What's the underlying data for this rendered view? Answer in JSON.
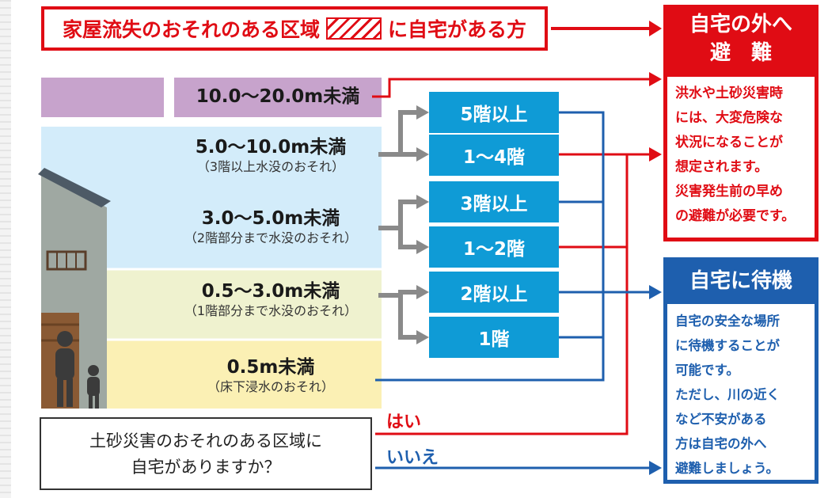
{
  "title": {
    "before": "家屋流失のおそれのある区域",
    "after": "に自宅がある方"
  },
  "bands": [
    {
      "main": "10.0〜20.0m未満",
      "sub": ""
    },
    {
      "main": "5.0〜10.0m未満",
      "sub": "（3階以上水没のおそれ）"
    },
    {
      "main": "3.0〜5.0m未満",
      "sub": "（2階部分まで水没のおそれ）"
    },
    {
      "main": "0.5〜3.0m未満",
      "sub": "（1階部分まで水没のおそれ）"
    },
    {
      "main": "0.5m未満",
      "sub": "（床下浸水のおそれ）"
    }
  ],
  "floors": [
    "5階以上",
    "1〜4階",
    "3階以上",
    "1〜2階",
    "2階以上",
    "1階"
  ],
  "evacuate": {
    "heading_line1": "自宅の外へ",
    "heading_line2": "避　難",
    "lines": [
      "洪水や土砂災害時",
      "には、大変危険な",
      "状況になることが",
      "想定されます。",
      "災害発生前の早め",
      "の避難が必要です。"
    ]
  },
  "stay": {
    "heading": "自宅に待機",
    "lines": [
      "自宅の安全な場所",
      "に待機することが",
      "可能です。",
      "ただし、川の近く",
      "など不安がある",
      "方は自宅の外へ",
      "避難しましょう。"
    ]
  },
  "question": {
    "line1": "土砂災害のおそれのある区域に",
    "line2": "自宅がありますか？"
  },
  "answers": {
    "yes": "はい",
    "no": "いいえ"
  },
  "colors": {
    "red": "#e00c14",
    "blue": "#1e5fae",
    "cyan": "#0f9bd6",
    "purple": "#c7a3cc",
    "lightblue": "#d3ecfa",
    "lightgreen": "#eff2cf",
    "yellow": "#fbf0b4"
  }
}
